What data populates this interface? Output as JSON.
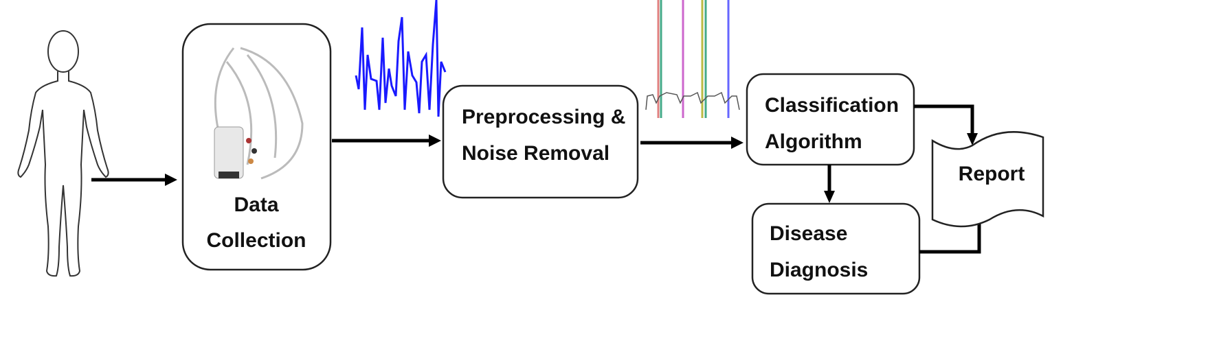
{
  "nodes": {
    "data_collection": {
      "line1": "Data",
      "line2": "Collection"
    },
    "preprocessing": {
      "line1": "Preprocessing &",
      "line2": "Noise Removal"
    },
    "classification": {
      "line1": "Classification",
      "line2": "Algorithm"
    },
    "diagnosis": {
      "line1": "Disease",
      "line2": "Diagnosis"
    },
    "report": {
      "label": "Report"
    }
  },
  "colors": {
    "raw_signal": "#1a1aff",
    "line": "#000000"
  }
}
